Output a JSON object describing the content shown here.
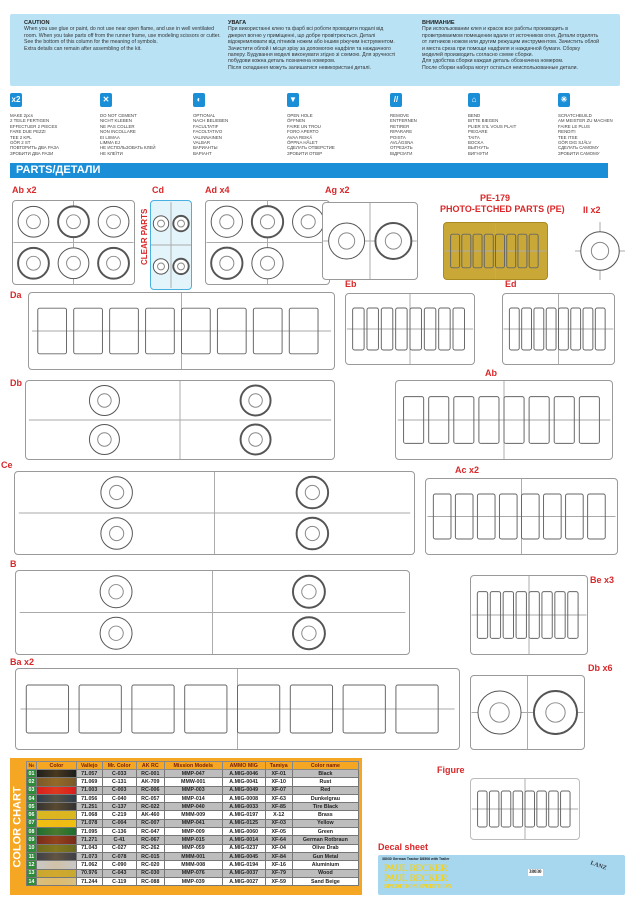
{
  "caution": {
    "en": {
      "title": "CAUTION",
      "text": "When you use glue or paint, do not use near open flame, and use in well ventilated room. When you take parts off from the runner frame, use modeling scissors or cutter.\nSee the bottom of this column for the meaning of symbols.\nExtra details can remain after assembling of the kit."
    },
    "ua": {
      "title": "УВАГА",
      "text": "При використанні клею та фарб всі роботи проводити подалі від джерел вогню у приміщенні, що добре провітрюється. Деталі відокремлювати від літників ножем або іншим ріжучим інструментом. Зачистити облой і місця зрізу за допомогою надфіля та наждачного паперу. Будування моделі виконувати згідно зі схемою. Для зручності побудови кожна деталь позначена номером.\nПісля складання можуть залишатися невикористані деталі."
    },
    "ru": {
      "title": "ВНИМАНИЕ",
      "text": "При использовании клея и красок все работы производить в проветриваемом помещении вдали от источников огня. Детали отделять от литников ножом или другим режущим инструментом. Зачистить облой и места среза при помощи надфиля и наждачной бумаги. Сборку моделей производить согласно схеме сборки.\nДля удобства сборки каждая деталь обозначена номером.\nПосле сборки набора могут остаться неиспользованные детали."
    }
  },
  "symbols": [
    {
      "icon": "make-two-icon",
      "glyph": "x2",
      "text": "MAKE 2pcs\n2 TEILE FERTIGEN\nEFFECTUER 2 PIECES\nFARE DUE PEZZI\nTEE 2 KPL\nGÖR 2 ST\nПОВТОРИТЬ ДВА РАЗА\nЗРОБИТИ ДВА РАЗИ"
    },
    {
      "icon": "do-not-cement-icon",
      "glyph": "✕",
      "text": "DO NOT CEMENT\nNICHT KLEBEN\nNE PAS COLLER\nNON INCOLLARE\nEI LIIMAA\nLIMMA EJ\nНЕ ИСПОЛЬЗОВАТЬ КЛЕЙ\nНЕ КЛЕЇТИ"
    },
    {
      "icon": "optional-icon",
      "glyph": "◐",
      "text": "OPTIONAL\nNACH BELIEBEN\nFACULTATIF\nFACOLTATIVO\nVALINNAINEN\nVALBAR\nВАРИАНТЫ\nВАРІАНТ"
    },
    {
      "icon": "open-hole-icon",
      "glyph": "▼",
      "text": "OPEN HOLE\nÖFFNEN\nFAIRE UN TROU\nFORO APERTO\nAVAA REIKÄ\nÖPPNA HÅLET\nСДЕЛАТЬ ОТВЕРСТИЕ\nЗРОБИТИ ОТВІР"
    },
    {
      "icon": "remove-icon",
      "glyph": "//",
      "text": "REMOVE\nENTFERNEN\nRETIRER\nRIPARARE\nPOISTA\nAVLÄGSNA\nОТРЕЗАТЬ\nВІДРІЗАТИ"
    },
    {
      "icon": "bend-icon",
      "glyph": "⌂",
      "text": "BEND\nBITTE BIEGEN\nPLIER S'IL VOUS PLAIT\nPIEGARE\nTAITA\nBOCKA\nВЫГНУТЬ\nВИГНУТИ"
    },
    {
      "icon": "scratchbuild-icon",
      "glyph": "✳",
      "text": "SCRATCHBUILD\nAM MEISTER ZU MACHEN\nFAIRE LE PLUS\nRENDITI\nTEE ITSE\nGÖR DIG SJÄLV\nСДЕЛАТЬ САМОМУ\nЗРОБИТИ САМОМУ"
    }
  ],
  "parts_title": "PARTS/ДЕТАЛИ",
  "sprues": {
    "ab_x2": "Ab x2",
    "cd": "Cd",
    "clear": "CLEAR PARTS",
    "ad_x4": "Ad x4",
    "ag_x2": "Ag x2",
    "pe_num": "PE-179",
    "pe_title": "PHOTO-ETCHED PARTS (PE)",
    "ii_x2": "II x2",
    "da": "Da",
    "eb": "Eb",
    "ed": "Ed",
    "db": "Db",
    "ab": "Ab",
    "ce": "Ce",
    "ac_x2": "Ac x2",
    "b": "B",
    "be_x3": "Be x3",
    "ba_x2": "Ba x2",
    "db_x6": "Db x6",
    "figure": "Figure"
  },
  "color_chart": {
    "title": "COLOR CHART",
    "headers": [
      "№",
      "Color",
      "Vallejo",
      "Mr. Color",
      "AK RC",
      "Mission Models",
      "AMMO MIG",
      "Tamiya",
      "Color name"
    ],
    "rows": [
      [
        "01",
        "#1e1e1e",
        "71.057",
        "C-033",
        "RC-001",
        "MMP-047",
        "A.MIG-0046",
        "XF-01",
        "Black"
      ],
      [
        "02",
        "#7a5a2a",
        "71.069",
        "C-131",
        "AK-709",
        "MMW-001",
        "A.MIG-0041",
        "XF-10",
        "Rust"
      ],
      [
        "03",
        "#d81e1e",
        "71.003",
        "C-003",
        "RC-006",
        "MMP-003",
        "A.MIG-0049",
        "XF-07",
        "Red"
      ],
      [
        "04",
        "#2e3e4e",
        "71.056",
        "C-040",
        "RC-057",
        "MMP-014",
        "A.MIG-0008",
        "XF-63",
        "Dunkelgrau"
      ],
      [
        "05",
        "#333333",
        "71.251",
        "C-137",
        "RC-022",
        "MMP-040",
        "A.MIG-0033",
        "XF-85",
        "Tire Black"
      ],
      [
        "06",
        "#d8b820",
        "71.068",
        "C-219",
        "AK-460",
        "MMM-009",
        "A.MIG-0197",
        "X-12",
        "Brass"
      ],
      [
        "07",
        "#f0c010",
        "71.078",
        "C-004",
        "RC-007",
        "MMP-041",
        "A.MIG-0125",
        "XF-03",
        "Yellow"
      ],
      [
        "08",
        "#1e6e30",
        "71.095",
        "C-136",
        "RC-047",
        "MMP-009",
        "A.MIG-0060",
        "XF-05",
        "Green"
      ],
      [
        "09",
        "#7a2a1a",
        "71.271",
        "C-41",
        "RC-067",
        "MMP-015",
        "A.MIG-0014",
        "XF-64",
        "German Rotbraun"
      ],
      [
        "10",
        "#6a6a1e",
        "71.043",
        "C-027",
        "RC-262",
        "MMP-059",
        "A.MIG-0237",
        "XF-04",
        "Olive Drab"
      ],
      [
        "11",
        "#3e4048",
        "71.073",
        "C-078",
        "RC-015",
        "MMM-001",
        "A.MIG-0045",
        "XF-84",
        "Gun Metal"
      ],
      [
        "12",
        "#c8c8c8",
        "71.062",
        "C-090",
        "RC-020",
        "MMM-008",
        "A.MIG-0194",
        "XF-16",
        "Aluminium"
      ],
      [
        "13",
        "#c8a830",
        "70.976",
        "C-043",
        "RC-030",
        "MMP-076",
        "A.MIG-0037",
        "XF-79",
        "Wood"
      ],
      [
        "14",
        "#d8c080",
        "71.244",
        "C-119",
        "RC-088",
        "MMP-039",
        "A.MIG-0027",
        "XF-59",
        "Sand Beige"
      ]
    ]
  },
  "decal": {
    "title": "Decal sheet",
    "header": "38030 German Tractor D8506 with Trailer",
    "line1": "PAUL BECKER",
    "line2": "PAUL BECKER",
    "line3": "SPEDITION  SPEDITION",
    "brand": "LANZ",
    "code": "38030"
  }
}
